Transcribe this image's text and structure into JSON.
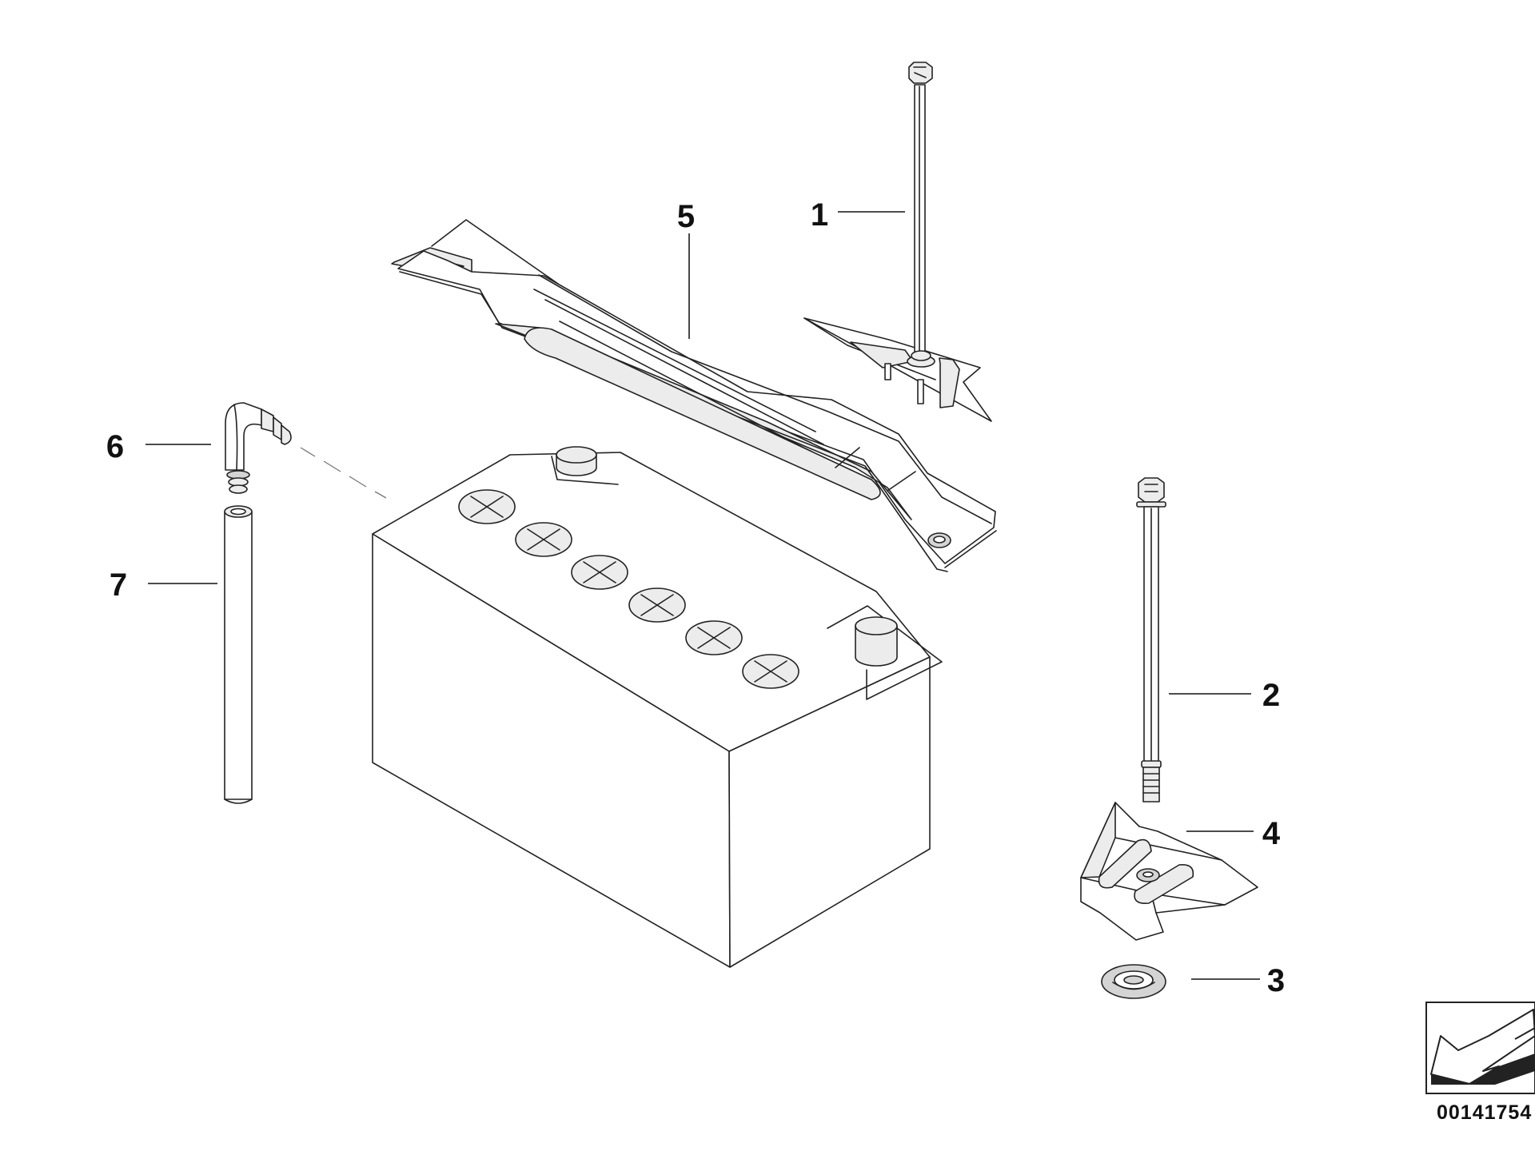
{
  "callouts": {
    "c1": "1",
    "c2": "2",
    "c3": "3",
    "c4": "4",
    "c5": "5",
    "c6": "6",
    "c7": "7"
  },
  "reference_number": "00141754",
  "icons": [
    "nav-arrow-icon"
  ],
  "colors": {
    "ink": "#222222",
    "background": "#ffffff"
  }
}
